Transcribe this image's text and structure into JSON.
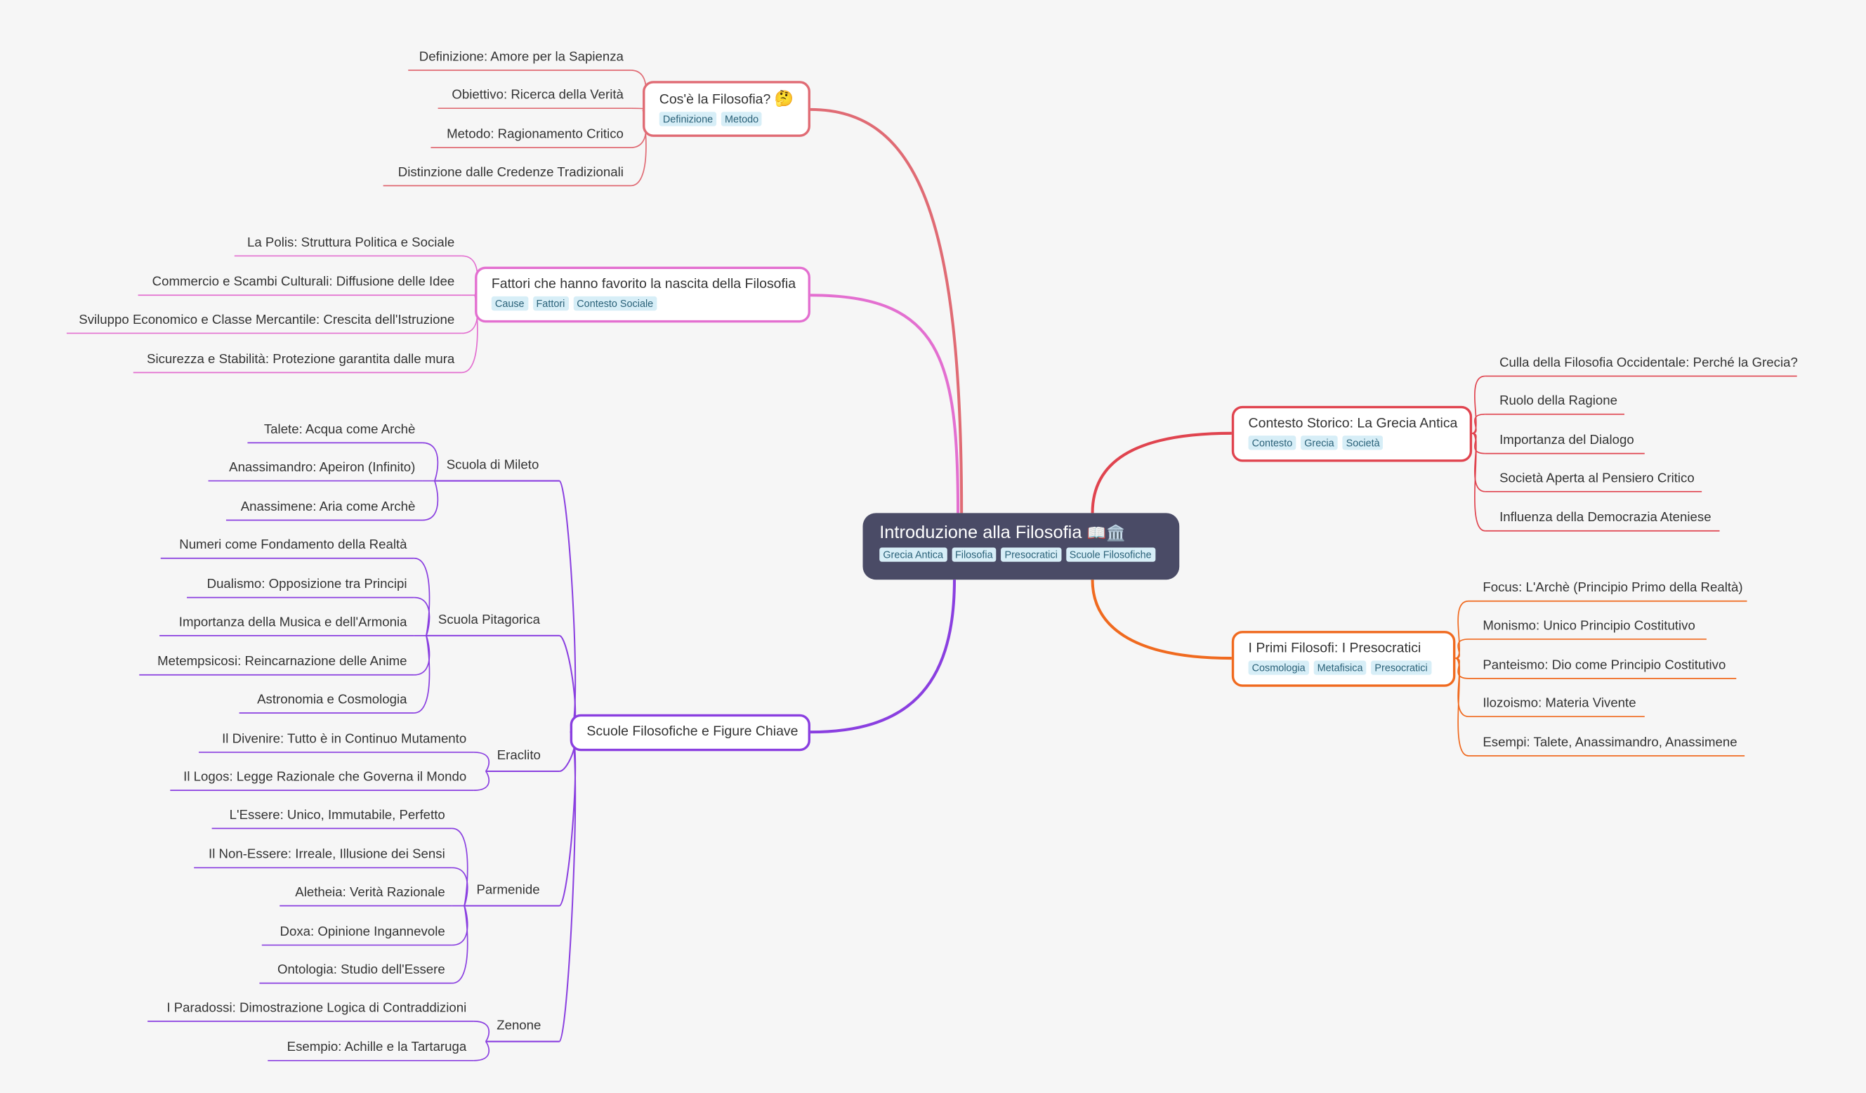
{
  "root": {
    "title": "Introduzione alla Filosofia",
    "icons": "📖🏛️",
    "tags": [
      "Grecia Antica",
      "Filosofia",
      "Presocratici",
      "Scuole Filosofiche"
    ]
  },
  "branches": {
    "cose": {
      "title": "Cos'è la Filosofia?",
      "icon": "🤔",
      "tags": [
        "Definizione",
        "Metodo"
      ],
      "color": "#e06b74",
      "items": [
        "Definizione: Amore per la Sapienza",
        "Obiettivo: Ricerca della Verità",
        "Metodo: Ragionamento Critico",
        "Distinzione dalle Credenze Tradizionali"
      ]
    },
    "fattori": {
      "title": "Fattori che hanno favorito la nascita della Filosofia",
      "tags": [
        "Cause",
        "Fattori",
        "Contesto Sociale"
      ],
      "color": "#e36fd0",
      "items": [
        "La Polis: Struttura Politica e Sociale",
        "Commercio e Scambi Culturali: Diffusione delle Idee",
        "Sviluppo Economico e Classe Mercantile: Crescita dell'Istruzione",
        "Sicurezza e Stabilità: Protezione garantita dalle mura"
      ]
    },
    "scuole": {
      "title": "Scuole Filosofiche e Figure Chiave",
      "color": "#8a3fe0",
      "groups": [
        {
          "name": "Scuola di Mileto",
          "items": [
            "Talete: Acqua come Archè",
            "Anassimandro: Apeiron (Infinito)",
            "Anassimene: Aria come Archè"
          ]
        },
        {
          "name": "Scuola Pitagorica",
          "items": [
            "Numeri come Fondamento della Realtà",
            "Dualismo: Opposizione tra Principi",
            "Importanza della Musica e dell'Armonia",
            "Metempsicosi: Reincarnazione delle Anime",
            "Astronomia e Cosmologia"
          ]
        },
        {
          "name": "Eraclito",
          "items": [
            "Il Divenire: Tutto è in Continuo Mutamento",
            "Il Logos: Legge Razionale che Governa il Mondo"
          ]
        },
        {
          "name": "Parmenide",
          "items": [
            "L'Essere: Unico, Immutabile, Perfetto",
            "Il Non-Essere: Irreale, Illusione dei Sensi",
            "Aletheia: Verità Razionale",
            "Doxa: Opinione Ingannevole",
            "Ontologia: Studio dell'Essere"
          ]
        },
        {
          "name": "Zenone",
          "items": [
            "I Paradossi: Dimostrazione Logica di Contraddizioni",
            "Esempio: Achille e la Tartaruga"
          ]
        }
      ]
    },
    "contesto": {
      "title": "Contesto Storico:  La Grecia Antica",
      "tags": [
        "Contesto",
        "Grecia",
        "Società"
      ],
      "color": "#e0444f",
      "items": [
        "Culla della Filosofia Occidentale: Perché la Grecia?",
        "Ruolo della Ragione",
        "Importanza del Dialogo",
        "Società Aperta al Pensiero Critico",
        "Influenza della Democrazia Ateniese"
      ]
    },
    "primi": {
      "title": "I Primi Filosofi: I Presocratici",
      "tags": [
        "Cosmologia",
        "Metafisica",
        "Presocratici"
      ],
      "color": "#f06a1f",
      "items": [
        "Focus: L'Archè (Principio Primo della Realtà)",
        "Monismo: Unico Principio Costitutivo",
        "Panteismo: Dio come Principio Costitutivo",
        "Ilozoismo: Materia Vivente",
        "Esempi: Talete, Anassimandro, Anassimene"
      ]
    }
  }
}
